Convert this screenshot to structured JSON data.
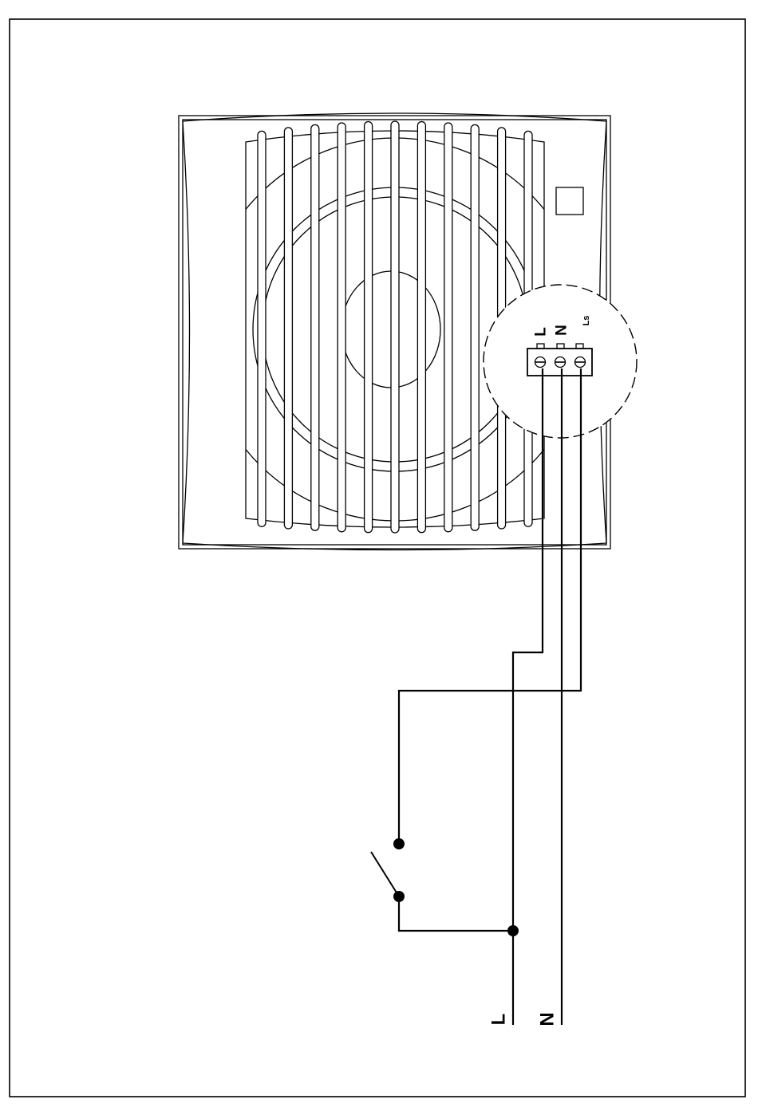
{
  "terminal_labels": {
    "L": "L",
    "N": "N",
    "Ls": "Ls"
  },
  "supply_labels": {
    "L": "L",
    "N": "N"
  },
  "fan_slat_count": 11,
  "colors": {
    "stroke": "#000000",
    "background": "#ffffff"
  }
}
